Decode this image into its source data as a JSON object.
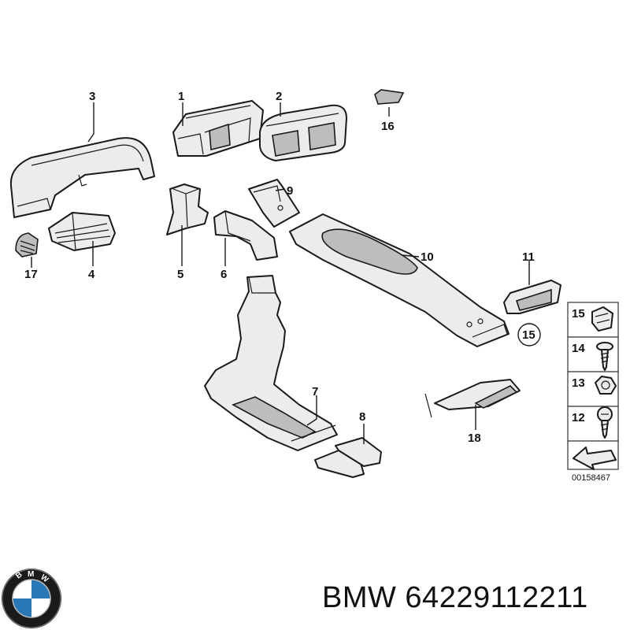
{
  "diagram": {
    "callouts": [
      {
        "key": "p1",
        "text": "1"
      },
      {
        "key": "p2",
        "text": "2"
      },
      {
        "key": "p3",
        "text": "3"
      },
      {
        "key": "p4",
        "text": "4"
      },
      {
        "key": "p5",
        "text": "5"
      },
      {
        "key": "p6",
        "text": "6"
      },
      {
        "key": "p7",
        "text": "7"
      },
      {
        "key": "p8",
        "text": "8"
      },
      {
        "key": "p9",
        "text": "9"
      },
      {
        "key": "p10",
        "text": "10"
      },
      {
        "key": "p11",
        "text": "11"
      },
      {
        "key": "p15a",
        "text": "15"
      },
      {
        "key": "p16",
        "text": "16"
      },
      {
        "key": "p17",
        "text": "17"
      },
      {
        "key": "p18",
        "text": "18"
      }
    ],
    "legend": [
      {
        "text": "15",
        "icon": "clip-icon"
      },
      {
        "text": "14",
        "icon": "screw-icon"
      },
      {
        "text": "13",
        "icon": "nut-icon"
      },
      {
        "text": "12",
        "icon": "screw-icon"
      }
    ],
    "reference_code": "00158467"
  },
  "branding": {
    "logo_letters": "BMW",
    "caption": "BMW 64229112211"
  }
}
